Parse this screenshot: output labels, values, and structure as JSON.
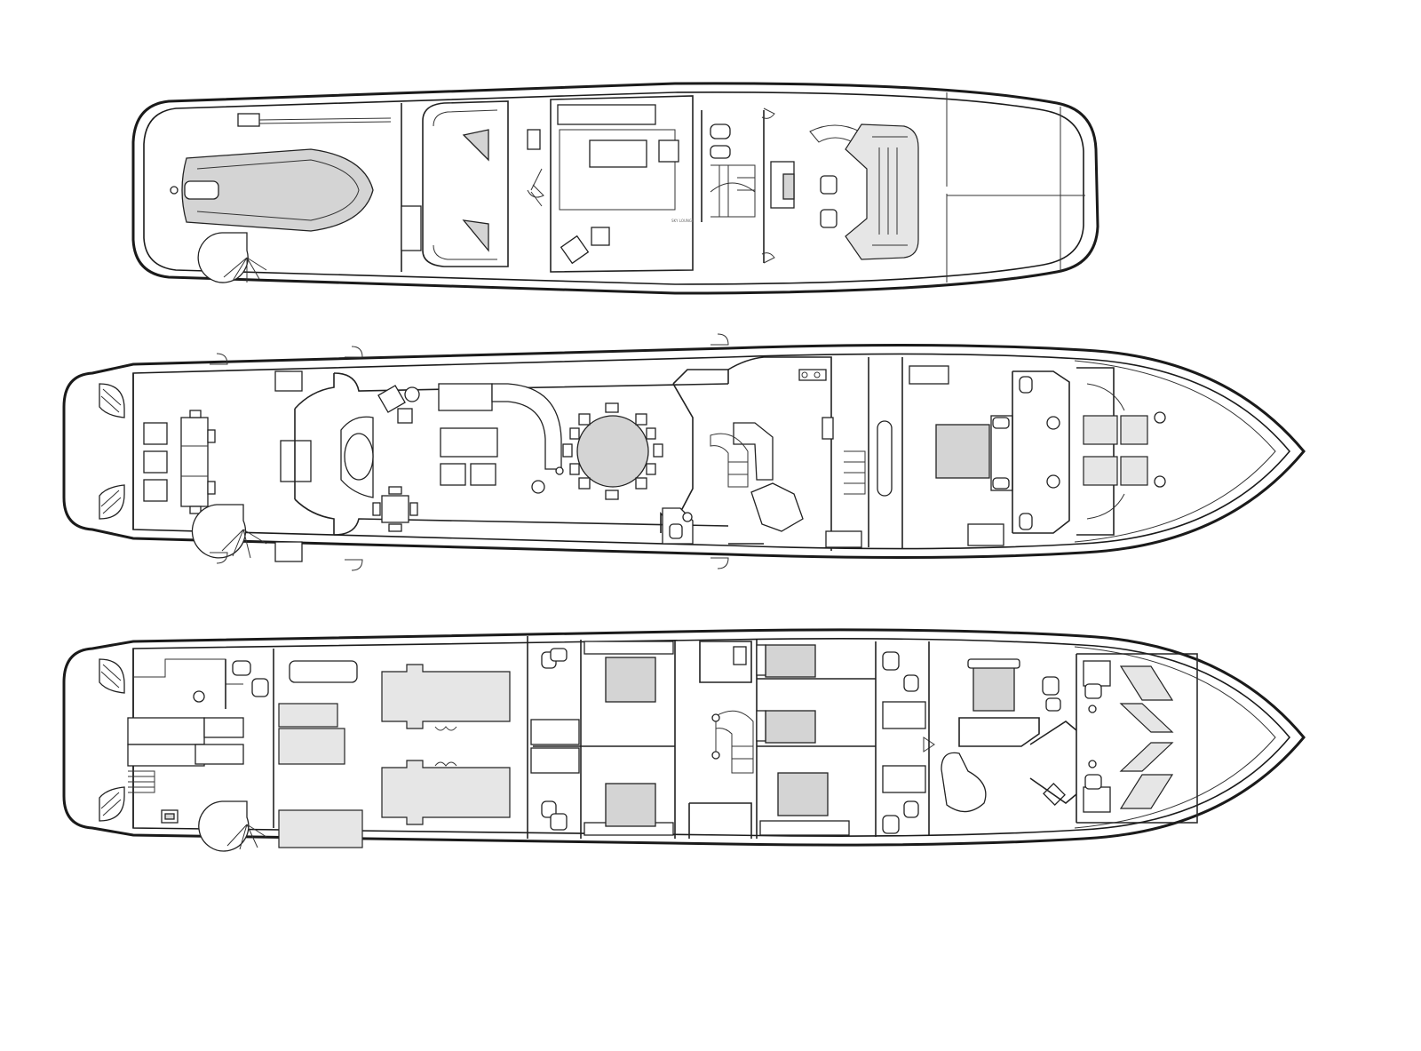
{
  "diagram": {
    "kind": "yacht general arrangement",
    "decks": [
      {
        "id": "sun-deck"
      },
      {
        "id": "main-deck"
      },
      {
        "id": "lower-deck"
      }
    ],
    "line_color": "#1a1a1a",
    "fill_grey": "#d4d4d4",
    "background": "#ffffff"
  }
}
